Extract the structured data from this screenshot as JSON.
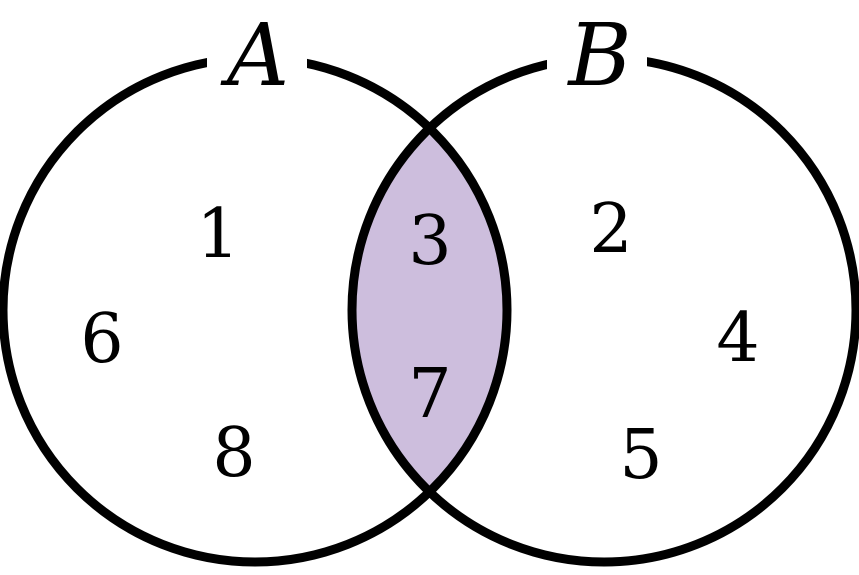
{
  "sets": [
    {
      "id": "A",
      "label": "A"
    },
    {
      "id": "B",
      "label": "B"
    }
  ],
  "regions": {
    "a_only": [
      "1",
      "6",
      "8"
    ],
    "intersection": [
      "3",
      "7"
    ],
    "b_only": [
      "2",
      "4",
      "5"
    ]
  },
  "colors": {
    "intersection_fill": "#cdbedd",
    "outline": "#000000",
    "background": "#ffffff"
  }
}
